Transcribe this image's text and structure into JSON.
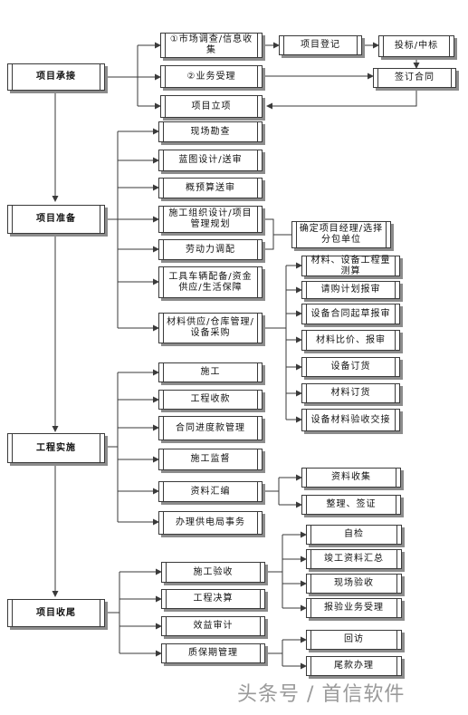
{
  "nodes": {
    "n1": "项目承接",
    "n2": "①市场调查/信息收集",
    "n3": "项目登记",
    "n4": "投标/中标",
    "n5": "②业务受理",
    "n6": "签订合同",
    "n7": "项目立项",
    "n8": "项目准备",
    "n9": "现场勘查",
    "n10": "蓝图设计/送审",
    "n11": "概预算送审",
    "n12": "施工组织设计/项目管理规划",
    "n13": "确定项目经理/选择分包单位",
    "n14": "劳动力调配",
    "n15": "工具车辆配备/资金供应/生活保障",
    "n16": "材料供应/仓库管理/设备采购",
    "n17": "材料、设备工程量测算",
    "n18": "请购计划报审",
    "n19": "设备合同起草报审",
    "n20": "材料比价、报审",
    "n21": "设备订货",
    "n22": "材料订货",
    "n23": "设备材料验收交接",
    "n24": "工程实施",
    "n25": "施工",
    "n26": "工程收款",
    "n27": "合同进度款管理",
    "n28": "施工监督",
    "n29": "资料汇编",
    "n30": "资料收集",
    "n31": "整理、签证",
    "n32": "办理供电局事务",
    "n33": "项目收尾",
    "n34": "施工验收",
    "n35": "工程决算",
    "n36": "效益审计",
    "n37": "质保期管理",
    "n38": "自检",
    "n39": "竣工资料汇总",
    "n40": "现场验收",
    "n41": "报验业务受理",
    "n42": "回访",
    "n43": "尾款办理"
  },
  "watermark": "头条号 / 首信软件"
}
